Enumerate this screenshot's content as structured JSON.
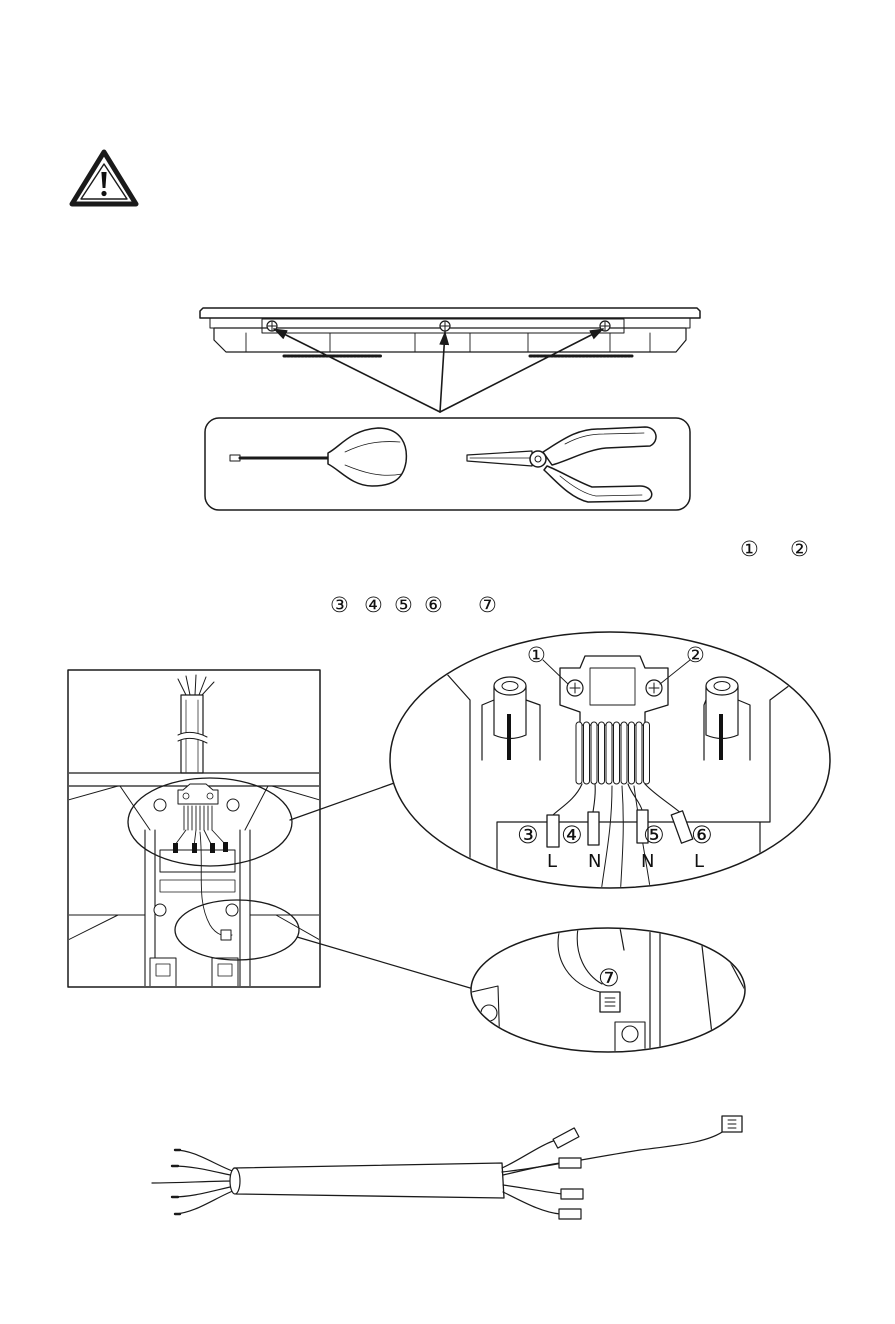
{
  "warning": {
    "icon": "warning-triangle-icon"
  },
  "text_lines": {
    "line1": {
      "marker_a": "①",
      "marker_b": "②"
    },
    "line2": {
      "markers": [
        "③",
        "④",
        "⑤",
        "⑥"
      ],
      "marker_end": "⑦"
    }
  },
  "figure_tools": {
    "tools": [
      "screwdriver-icon",
      "pliers-icon"
    ]
  },
  "figure_wiring": {
    "callout_top": {
      "screw_labels": [
        "①",
        "②"
      ],
      "terminal_numbers": [
        "③",
        "④",
        "⑤",
        "⑥"
      ],
      "terminal_letters": [
        "L",
        "N",
        "N",
        "L"
      ]
    },
    "callout_bottom": {
      "label": "⑦"
    }
  },
  "colors": {
    "ink": "#1a1a1a",
    "paper": "#ffffff"
  }
}
